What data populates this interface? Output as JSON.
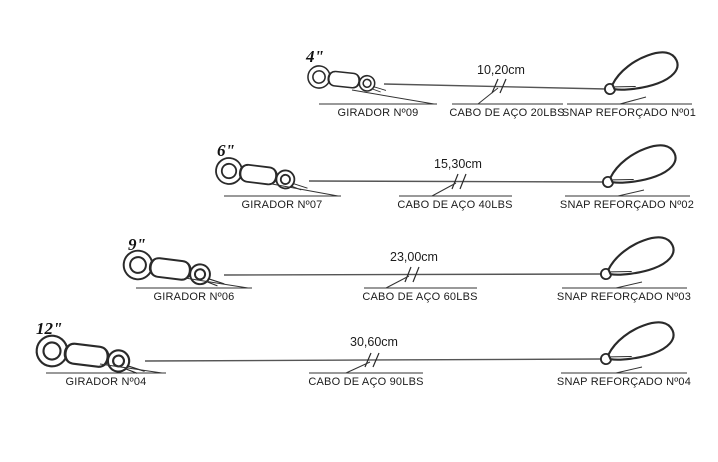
{
  "diagram": {
    "title": "fishing-wire-leader-sizes",
    "colors": {
      "background": "#ffffff",
      "ink": "#2a2a2a"
    },
    "rows": [
      {
        "size": "4\"",
        "length": "10,20cm",
        "swivel_label": "GIRADOR Nº09",
        "wire_label": "CABO DE AÇO 20LBS",
        "snap_label": "SNAP REFORÇADO Nº01"
      },
      {
        "size": "6\"",
        "length": "15,30cm",
        "swivel_label": "GIRADOR Nº07",
        "wire_label": "CABO DE AÇO 40LBS",
        "snap_label": "SNAP REFORÇADO Nº02"
      },
      {
        "size": "9\"",
        "length": "23,00cm",
        "swivel_label": "GIRADOR Nº06",
        "wire_label": "CABO DE AÇO 60LBS",
        "snap_label": "SNAP REFORÇADO Nº03"
      },
      {
        "size": "12\"",
        "length": "30,60cm",
        "swivel_label": "GIRADOR Nº04",
        "wire_label": "CABO DE AÇO 90LBS",
        "snap_label": "SNAP REFORÇADO Nº04"
      }
    ]
  }
}
